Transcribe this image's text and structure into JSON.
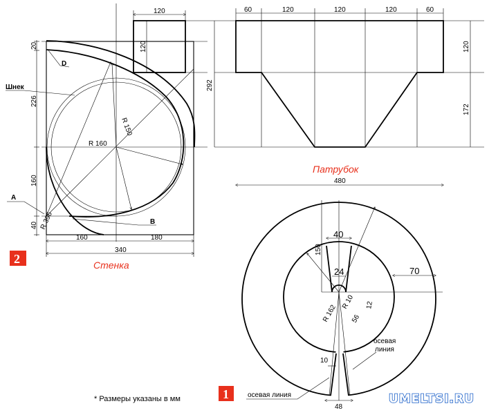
{
  "wall": {
    "title": "Стенка",
    "badge": "2",
    "labels": {
      "D": "D",
      "auger": "Шнек",
      "A": "A",
      "B": "B",
      "r160": "R 160",
      "r150": "R 150",
      "r396": "R 396"
    },
    "dims": {
      "d20": "20",
      "d226": "226",
      "d160v": "160",
      "d40": "40",
      "d160h": "160",
      "d180": "180",
      "d340": "340",
      "d120top": "120",
      "d120v": "120",
      "d292": "292"
    }
  },
  "pipe": {
    "title": "Патрубок",
    "dims": {
      "a": "60",
      "b": "120",
      "c": "120",
      "d": "120",
      "e": "60",
      "h1": "120",
      "h2": "172",
      "w": "480"
    }
  },
  "ring": {
    "badge": "1",
    "dims": {
      "d40": "40",
      "d150": "150",
      "d24": "24",
      "d70": "70",
      "r162": "R 162",
      "r10": "R 10",
      "d56": "56",
      "d12": "12",
      "d10": "10",
      "d48": "48"
    },
    "axis_label_right_1": "осевая",
    "axis_label_right_2": "линия",
    "axis_label_left": "осевая линия"
  },
  "footnote": "* Размеры указаны в мм",
  "watermark": "UMELTSI.RU",
  "colors": {
    "badge": "#e8301c",
    "title": "#e8301c",
    "watermark": "#1a5fc8"
  }
}
